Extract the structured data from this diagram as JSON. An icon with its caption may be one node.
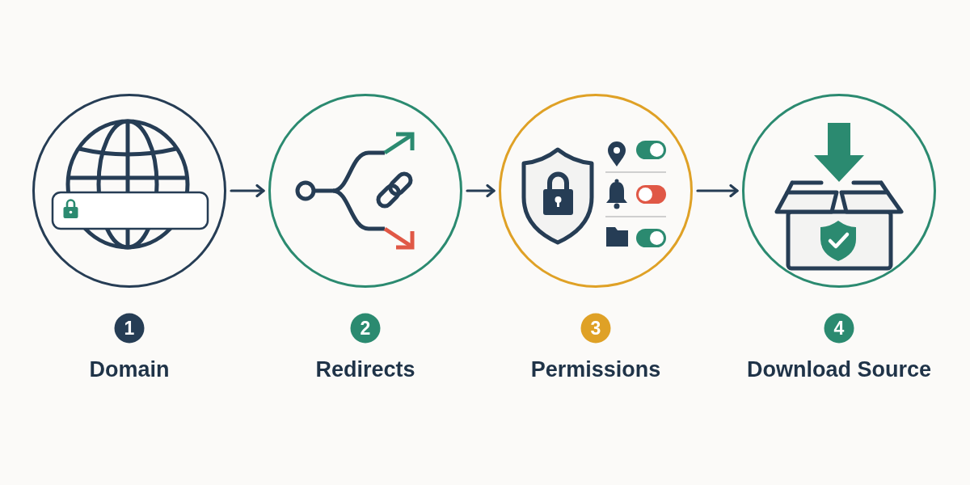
{
  "diagram": {
    "nodes": [
      {
        "text": [],
        "shape": "circle",
        "beside": [
          "1",
          "Domain"
        ]
      },
      {
        "text": [],
        "shape": "circle",
        "beside": [
          "2",
          "Redirects"
        ]
      },
      {
        "text": [],
        "shape": "circle",
        "beside": [
          "3",
          "Permissions"
        ]
      },
      {
        "text": [],
        "shape": "circle",
        "beside": [
          "4",
          "Download Source"
        ]
      }
    ],
    "edges": [
      {
        "from": 0,
        "to": 1,
        "arrow": "to"
      },
      {
        "from": 1,
        "to": 2,
        "arrow": "to"
      },
      {
        "from": 2,
        "to": 3,
        "arrow": "to"
      }
    ]
  }
}
